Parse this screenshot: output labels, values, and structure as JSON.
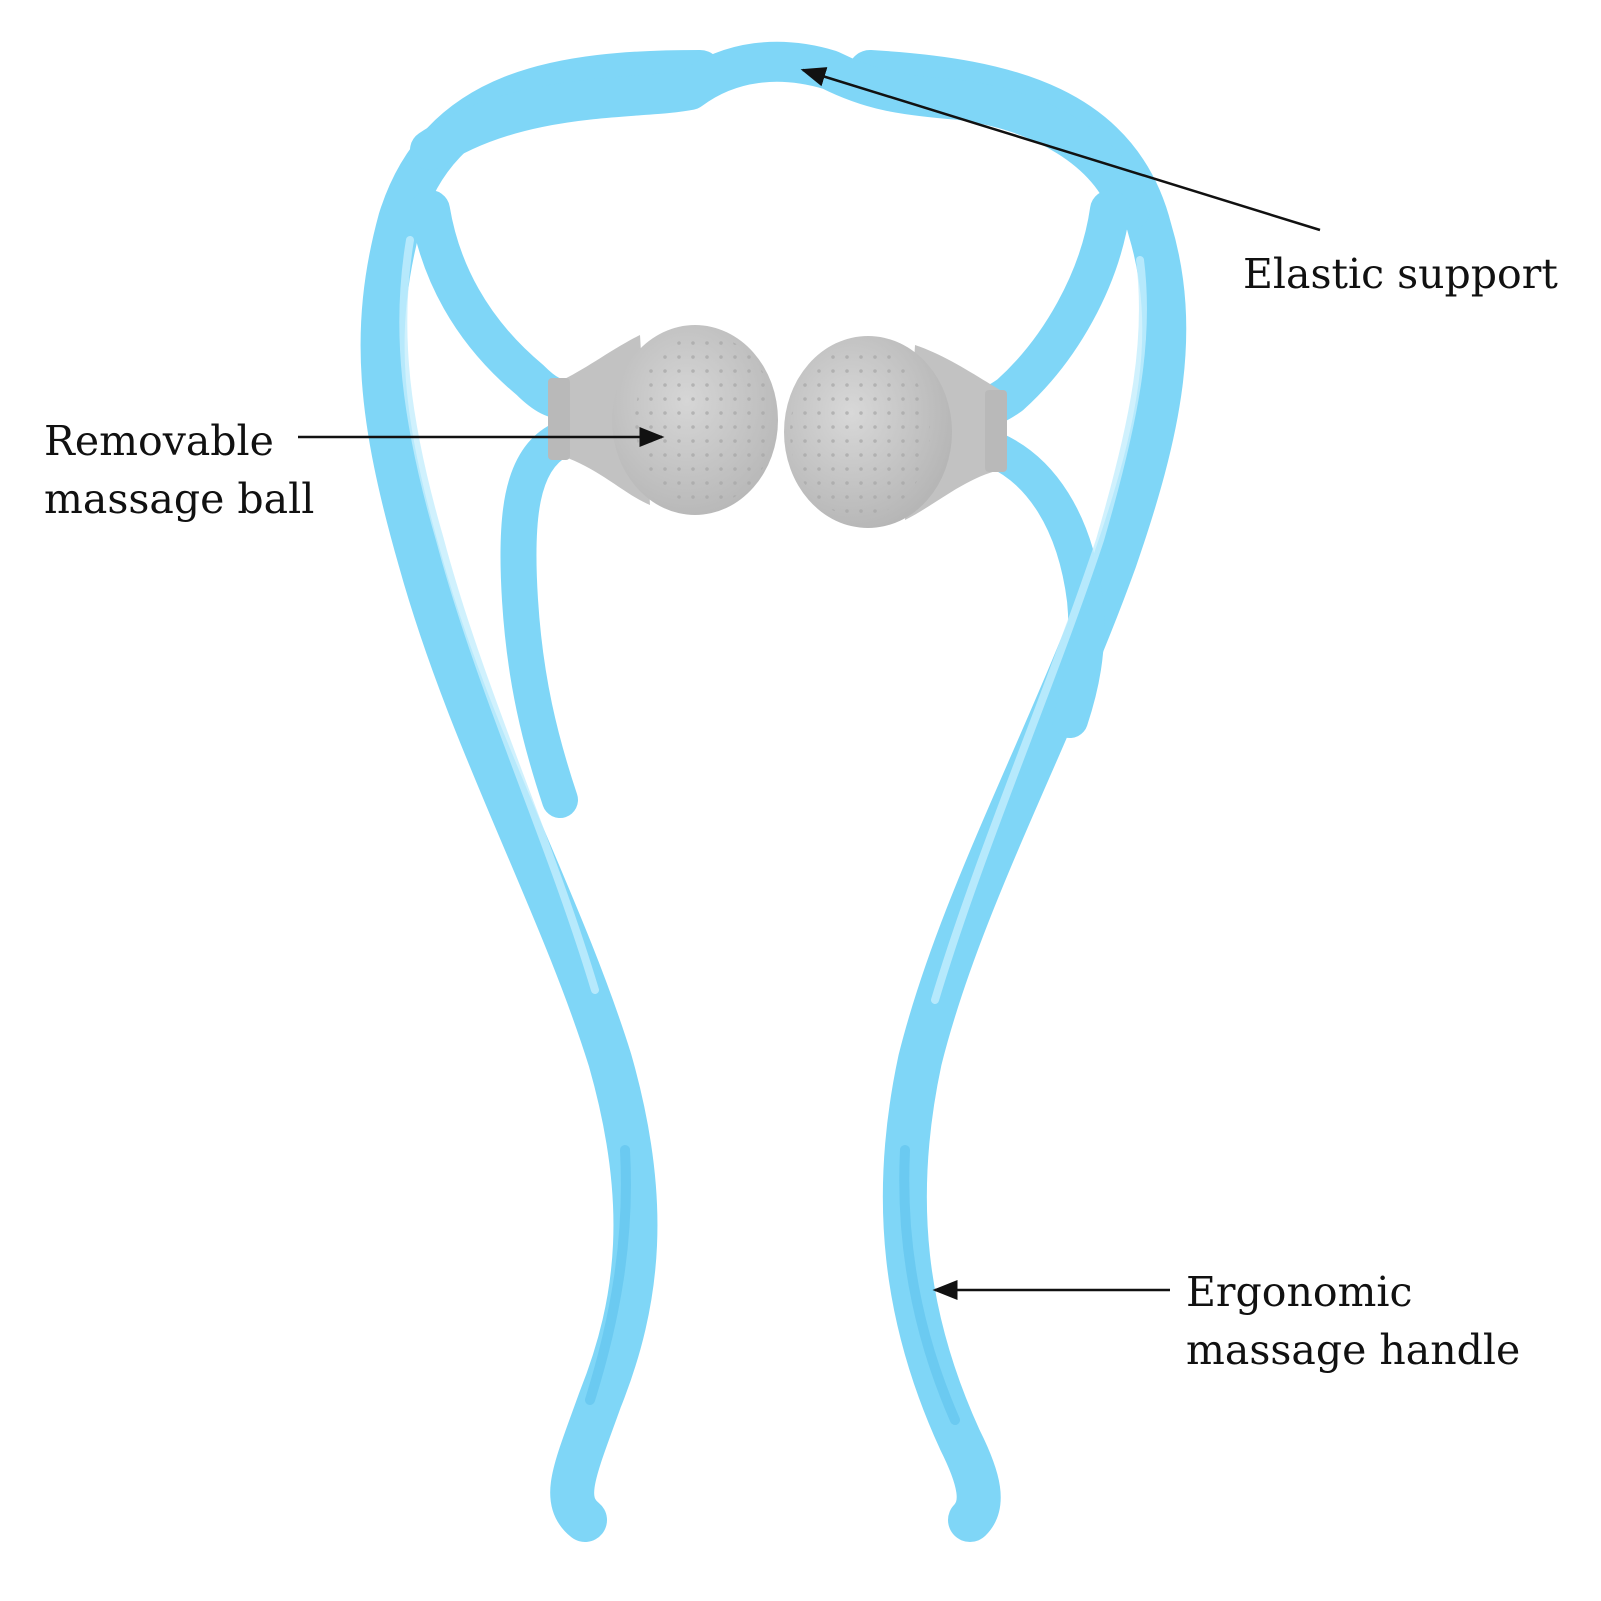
{
  "labels": {
    "elastic_support": "Elastic support",
    "massage_ball": [
      "Removable",
      "massage ball"
    ],
    "massage_handle": [
      "Ergonomic",
      "massage handle"
    ]
  },
  "colors": {
    "frame": "#7fd6f7",
    "frame_shade": "#5ec2ec",
    "frame_highlight": "#c4edfd",
    "ball": "#c9c9c9",
    "ball_shade": "#a9a9a9",
    "ball_dots": "#b0b0b0",
    "pointer": "#111111",
    "background": "#ffffff"
  }
}
